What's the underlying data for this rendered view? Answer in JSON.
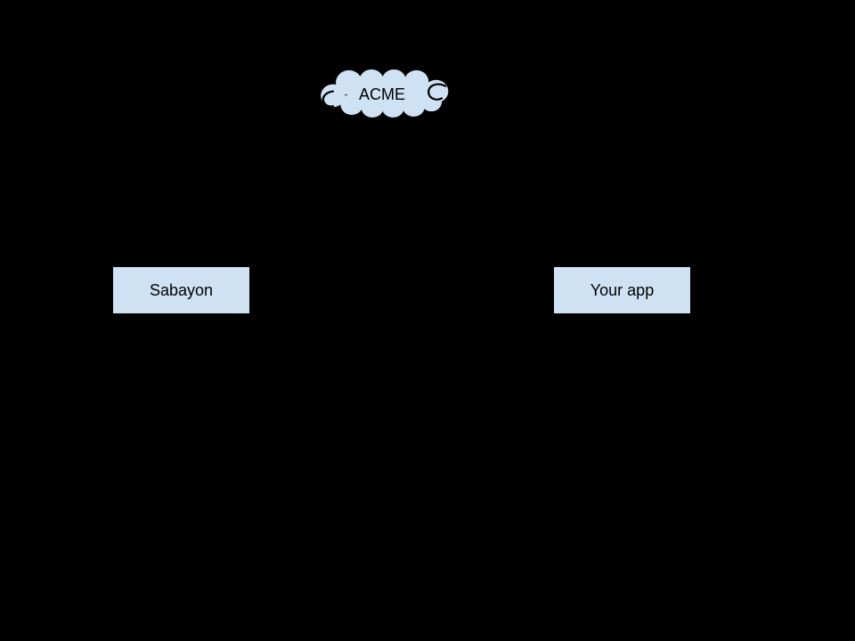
{
  "colors": {
    "background": "#000000",
    "shape_fill": "#cfe2f3",
    "shape_outline": "#000000",
    "label_text": "#000000"
  },
  "diagram": {
    "cloud": {
      "label": "ACME"
    },
    "nodes": [
      {
        "id": "sabayon",
        "label": "Sabayon"
      },
      {
        "id": "your_app",
        "label": "Your app"
      }
    ]
  }
}
